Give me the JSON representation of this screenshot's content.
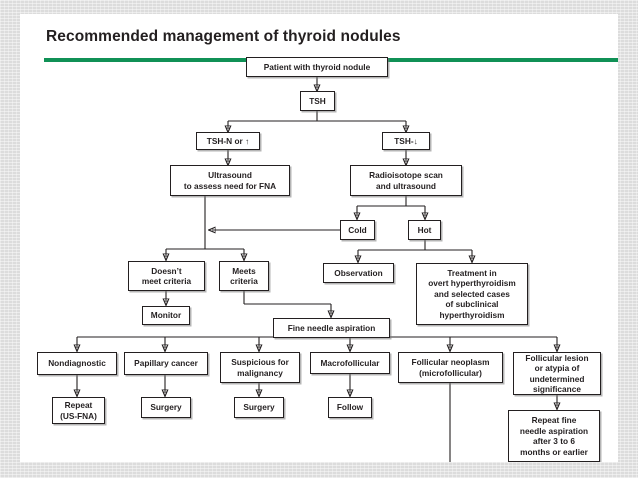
{
  "slide": {
    "title": "Recommended management of thyroid nodules",
    "accent_color": "#109156",
    "background_color": "#dcdcdc",
    "panel_color": "#ffffff",
    "line_color": "#231f20"
  },
  "chart_data": {
    "type": "diagram",
    "title": "Recommended management of thyroid nodules",
    "nodes": [
      {
        "id": "n1",
        "label": "Patient with thyroid nodule"
      },
      {
        "id": "n2",
        "label": "TSH"
      },
      {
        "id": "n3",
        "label": "TSH-N or ↑"
      },
      {
        "id": "n4",
        "label": "TSH-↓"
      },
      {
        "id": "n5",
        "label": "Ultrasound\nto assess need for FNA"
      },
      {
        "id": "n6",
        "label": "Radioisotope scan\nand ultrasound"
      },
      {
        "id": "n7",
        "label": "Cold"
      },
      {
        "id": "n8",
        "label": "Hot"
      },
      {
        "id": "n9",
        "label": "Doesn’t\nmeet criteria"
      },
      {
        "id": "n10",
        "label": "Meets\ncriteria"
      },
      {
        "id": "n11",
        "label": "Observation"
      },
      {
        "id": "n12",
        "label": "Treatment in\novert hyperthyroidism\nand selected cases\nof subclinical\nhyperthyroidism"
      },
      {
        "id": "n13",
        "label": "Monitor"
      },
      {
        "id": "n14",
        "label": "Fine needle aspiration"
      },
      {
        "id": "n15",
        "label": "Nondiagnostic"
      },
      {
        "id": "n16",
        "label": "Papillary cancer"
      },
      {
        "id": "n17",
        "label": "Suspicious for\nmalignancy"
      },
      {
        "id": "n18",
        "label": "Macrofollicular"
      },
      {
        "id": "n19",
        "label": "Follicular neoplasm\n(microfollicular)"
      },
      {
        "id": "n20",
        "label": "Follicular lesion\nor atypia of\nundetermined\nsignificance"
      },
      {
        "id": "n21",
        "label": "Repeat\n(US-FNA)"
      },
      {
        "id": "n22",
        "label": "Surgery"
      },
      {
        "id": "n23",
        "label": "Surgery"
      },
      {
        "id": "n24",
        "label": "Follow"
      },
      {
        "id": "n25",
        "label": "Repeat fine\nneedle aspiration\nafter 3 to 6\nmonths or earlier"
      }
    ],
    "edges": [
      [
        "n1",
        "n2"
      ],
      [
        "n2",
        "n3"
      ],
      [
        "n2",
        "n4"
      ],
      [
        "n3",
        "n5"
      ],
      [
        "n4",
        "n6"
      ],
      [
        "n6",
        "n7"
      ],
      [
        "n6",
        "n8"
      ],
      [
        "n7",
        "n5"
      ],
      [
        "n5",
        "n9"
      ],
      [
        "n5",
        "n10"
      ],
      [
        "n8",
        "n11"
      ],
      [
        "n8",
        "n12"
      ],
      [
        "n9",
        "n13"
      ],
      [
        "n10",
        "n14"
      ],
      [
        "n14",
        "n15"
      ],
      [
        "n14",
        "n16"
      ],
      [
        "n14",
        "n17"
      ],
      [
        "n14",
        "n18"
      ],
      [
        "n14",
        "n19"
      ],
      [
        "n14",
        "n20"
      ],
      [
        "n15",
        "n21"
      ],
      [
        "n16",
        "n22"
      ],
      [
        "n17",
        "n23"
      ],
      [
        "n18",
        "n24"
      ],
      [
        "n20",
        "n25"
      ]
    ]
  }
}
